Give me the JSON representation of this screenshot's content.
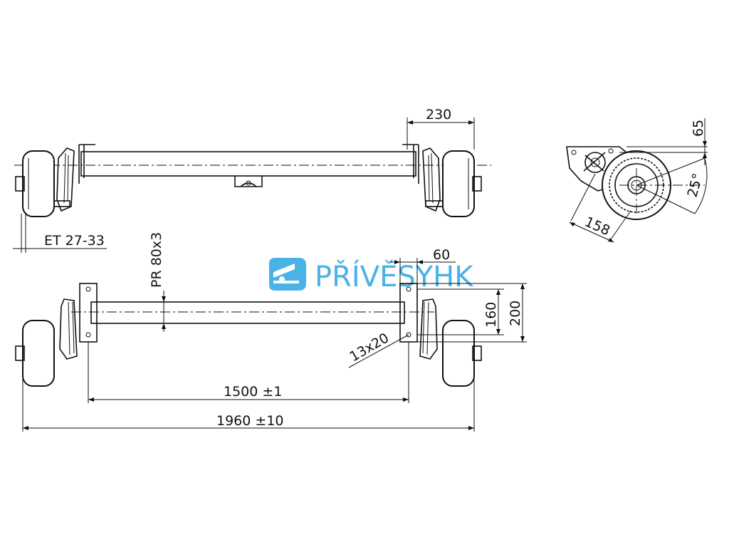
{
  "logo": {
    "brand_main": "PŘÍVĚSY",
    "brand_suffix": "HK",
    "color": "#49b3e6"
  },
  "dimensions": {
    "top_bracket_width": "230",
    "offset_et": "ET 27-33",
    "side_height": "65",
    "side_angle": "25°",
    "side_length": "158",
    "bracket_width": "60",
    "axle_profile": "PR 80x3",
    "bracket_height_inner": "160",
    "bracket_height_outer": "200",
    "hole_size": "13x20",
    "bracket_spacing": "1500 ±1",
    "total_width": "1960 ±10"
  }
}
